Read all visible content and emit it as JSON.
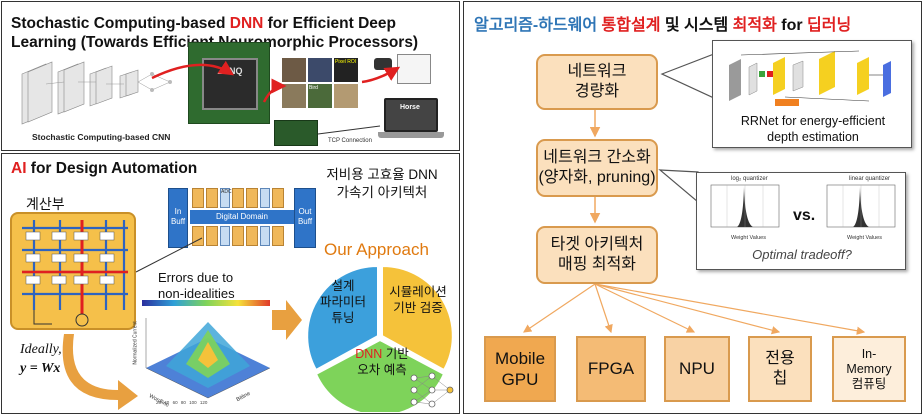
{
  "panel_tl": {
    "title_a": "Stochastic Computing-based ",
    "title_b": "DNN",
    "title_c": " for Efficient Deep",
    "title_line2": "Learning (Towards Efficient Neuromorphic Processors)",
    "caption": "Stochastic Computing-based CNN",
    "fpga_chip_text": "ZYNQ",
    "laptop_text": "Horse",
    "tcp_text": "TCP Connection",
    "image_labels": [
      "Bird",
      "Pixel ROI"
    ]
  },
  "panel_bl": {
    "title_a": "AI",
    "title_b": " for Design  Automation",
    "compute_label": "계산부",
    "accel_label_1": "저비용 고효율 DNN",
    "accel_label_2": "가속기 아키텍처",
    "in_buff": [
      "In",
      "Buff"
    ],
    "out_buff": [
      "Out",
      "Buff"
    ],
    "digital_domain": "Digital Domain",
    "adc_label": "ADC",
    "errors_1": "Errors due to",
    "errors_2": "non-idealities",
    "ideal_1": "Ideally,",
    "ideal_2": "y = Wx",
    "our_approach": "Our Approach",
    "cycle": {
      "seg1": [
        "설계",
        "파라미터",
        "튜닝"
      ],
      "seg2": [
        "시뮬레이션",
        "기반 검증"
      ],
      "seg3_a": "DNN",
      "seg3_b": " 기반",
      "seg3_c": "오차 예측"
    },
    "surface_axes": {
      "x": "Bitline",
      "y": "Wordline",
      "z": "Normalized Current"
    },
    "surface_ticks": [
      "20",
      "40",
      "60",
      "80",
      "100",
      "120"
    ]
  },
  "panel_right": {
    "title_blue": "알고리즘-하드웨어 ",
    "title_red1": "통합설계",
    "title_black1": " 및 시스템 ",
    "title_red2": "최적화",
    "title_black2": " for ",
    "title_red3": "딥러닝",
    "flow": [
      [
        "네트워크",
        "경량화"
      ],
      [
        "네트워크 간소화",
        "(양자화, pruning)"
      ],
      [
        "타겟 아키텍처",
        "매핑 최적화"
      ]
    ],
    "rrnet_1": "RRNet  for energy-efficient",
    "rrnet_2": "depth estimation",
    "quant_left": "log₂ quantizer",
    "quant_right": "linear quantizer",
    "weight_values": "Weight Values",
    "vs": "vs.",
    "tradeoff": "Optimal tradeoff?",
    "targets": [
      [
        "Mobile",
        "GPU"
      ],
      [
        "FPGA"
      ],
      [
        "NPU"
      ],
      [
        "전용",
        "칩"
      ],
      [
        "In-",
        "Memory",
        "컴퓨팅"
      ]
    ]
  },
  "colors": {
    "accent_red": "#e02020",
    "title_blue": "#2e75b6",
    "flow_fill": "#fbe0bd",
    "flow_border": "#d99a4e",
    "arrow": "#f0a860",
    "grid_yellow": "#f5c04a"
  }
}
